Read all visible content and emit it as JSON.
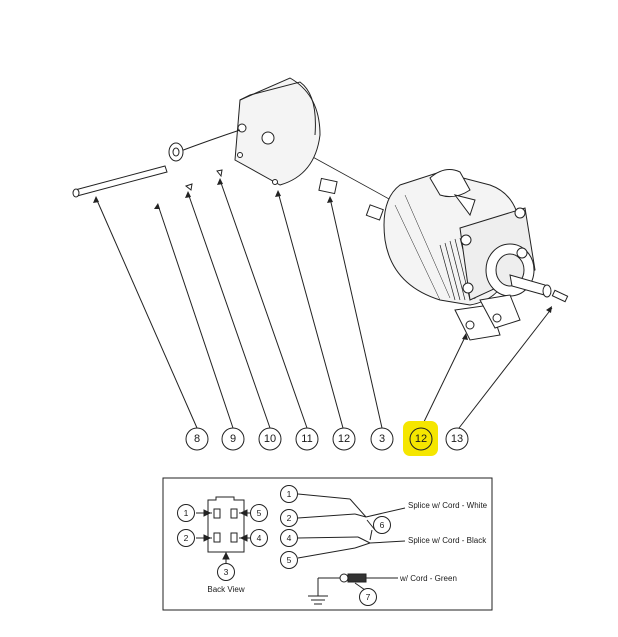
{
  "callouts": {
    "c8": "8",
    "c9": "9",
    "c10": "10",
    "c11": "11",
    "c12a": "12",
    "c3": "3",
    "c12b": "12",
    "c13": "13"
  },
  "highlight_color": "#f5e600",
  "wiring": {
    "pins": {
      "p1": "1",
      "p2": "2",
      "p3": "3",
      "p4": "4",
      "p5": "5",
      "w1": "1",
      "w2": "2",
      "w4": "4",
      "w5": "5",
      "w6": "6",
      "w7": "7"
    },
    "back_view_label": "Back View",
    "splice_white": "Splice w/ Cord - White",
    "splice_black": "Splice w/ Cord - Black",
    "cord_green": "w/ Cord - Green"
  }
}
